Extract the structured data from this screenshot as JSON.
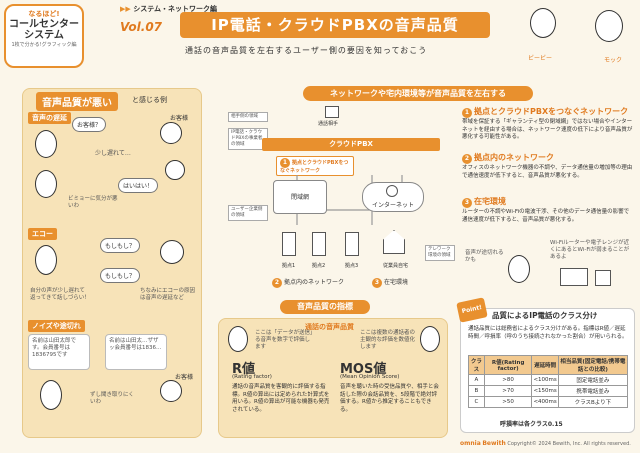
{
  "header": {
    "badge_line1": "なるほど!",
    "badge_line2": "コールセンター",
    "badge_line3": "システム",
    "badge_line4": "1枚で分かる!グラフィック編",
    "breadcrumb": "システム・ネットワーク編",
    "vol": "Vol.07",
    "title": "IP電話・クラウドPBXの音声品質",
    "subtitle": "通話の音声品質を左右するユーザー側の要因を知っておこう",
    "char1": "ビービー",
    "char2": "モック"
  },
  "left": {
    "heading": "音声品質が悪い",
    "heading_suffix": "と感じる例",
    "sec1": "音声の遅延",
    "sec1_customer": "お客様",
    "sec1_q": "お客様？",
    "sec1_wait": "少し遅れて…",
    "sec1_yes": "はいはい！",
    "sec1_note": "ビミョーに気分が悪いわ",
    "sec2": "エコー",
    "sec2_a": "もしもし？",
    "sec2_b": "もしもし？",
    "sec2_note1": "自分の声が少し遅れて返ってきて話しづらい！",
    "sec2_note2": "ちなみにエコーの原因は音声の遅延など",
    "sec3": "ノイズや途切れ",
    "sec3_a": "名前は山田太郎です。会員番号は1836795です",
    "sec3_b": "名前は山田太…ザザッ会員番号は1836…",
    "sec3_note": "ずし聞き取りにくいわ",
    "sec3_customer": "お客様"
  },
  "network": {
    "heading": "ネットワークや宅内環境等が音声品質を左右する",
    "lbl_carrier": "相手側の領域",
    "lbl_pbx": "IP電話・クラウドPBXの事業者の領域",
    "lbl_user": "ユーザー企業側の領域",
    "lbl_tel": "通話相手",
    "lbl_telework": "テレワーク環境の領域",
    "pbx": "クラウドPBX",
    "tag1": "拠点とクラウドPBXをつなぐネットワーク",
    "closed": "閉域網",
    "internet": "インターネット",
    "site1": "拠点1",
    "site2": "拠点2",
    "site3": "拠点3",
    "home": "従業員自宅",
    "leg2": "拠点内のネットワーク",
    "leg3": "在宅環境"
  },
  "right": {
    "h1": "拠点とクラウドPBXをつなぐネットワーク",
    "p1": "帯域を保証する「ギャランティ型の閉域網」ではない場合やインターネットを経由する場合は、ネットワーク速度の低下により音声品質が悪化する可能性がある。",
    "h2": "拠点内のネットワーク",
    "p2": "オフィスのネットワーク機器の不調や、データ通信量の増加等の理由で通信速度が低下すると、音声品質が悪化する。",
    "h3": "在宅環境",
    "p3": "ルーターの不調やWi-Fiの電波干渉、その他のデータ通信量の影響で通信速度が低下すると、音声品質が悪化する。",
    "side_note1": "Wi-Fiルーターや電子レンジが近くにあるとWi-Fiが弱まることがあるよ",
    "side_note2": "音声が途切れるかも"
  },
  "quality": {
    "heading": "音声品質の指標",
    "sub": "通話の音声品質",
    "note_left": "ここは「データが送信」る音声を数字で評価します",
    "note_right": "ここは複数の通話者の主観的な評価を数値化します",
    "r_title": "R値",
    "r_sub": "(Rating factor)",
    "r_text": "通話の音声品質を客観的に評価する指標。R値の算出には定められた計算式を用いる。R値の算出が可能な機器も発売されている。",
    "mos_title": "MOS値",
    "mos_sub": "(Mean Opinion Score)",
    "mos_text": "音声を聴いた時の受信品質や、相手と会話した際の会話品質を、5段階で絶対評価する。R値から推定することもできる。"
  },
  "class_table": {
    "point": "Point!",
    "title": "品質によるIP電話のクラス分け",
    "desc": "通話品質には総務省によるクラス分けがある。指標はR値／遅延時間／呼損率（呼のうち接続されなかった割合）が用いられる。",
    "headers": [
      "クラス",
      "R値(Rating factor)",
      "遅延時間",
      "相当品質(固定電話/携帯電話との比較)"
    ],
    "rows": [
      [
        "A",
        ">80",
        "<100ms",
        "固定電話並み"
      ],
      [
        "B",
        ">70",
        "<150ms",
        "携帯電話並み"
      ],
      [
        "C",
        ">50",
        "<400ms",
        "クラスBより下"
      ]
    ],
    "footnote": "呼損率は各クラス0.15"
  },
  "footer": {
    "logo1": "omnia",
    "logo2": "Bewith",
    "copyright": "Copyright© 2024 Bewith, Inc. All rights reserved."
  }
}
